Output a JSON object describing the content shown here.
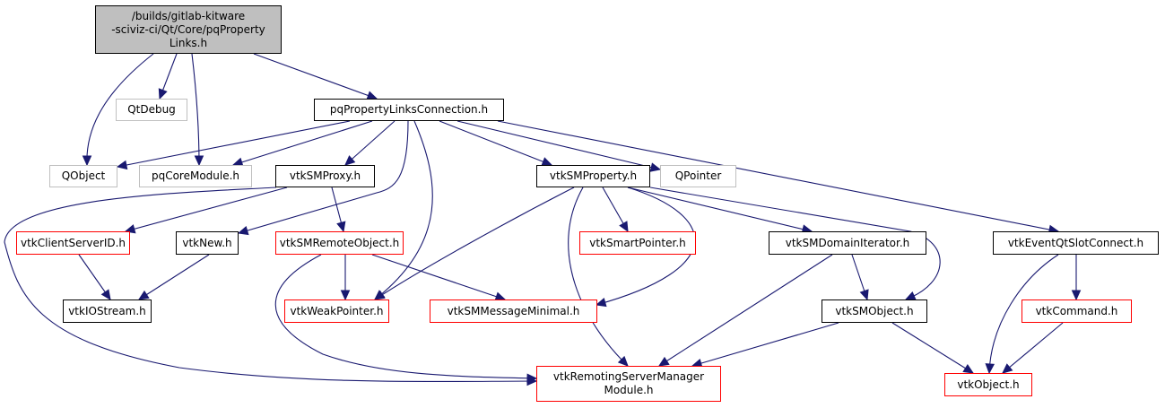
{
  "graph": {
    "title": "Include dependency graph",
    "colors": {
      "edge": "#191970",
      "root_fill": "#bfbfbf",
      "normal_border": "#000000",
      "external_border": "#bfbfbf",
      "truncated_border": "#ff0000"
    },
    "nodes": {
      "root": {
        "label": "/builds/gitlab-kitware\n-sciviz-ci/Qt/Core/pqProperty\nLinks.h",
        "kind": "root"
      },
      "qtdebug": {
        "label": "QtDebug",
        "kind": "external"
      },
      "conn": {
        "label": "pqPropertyLinksConnection.h",
        "kind": "normal"
      },
      "qobject": {
        "label": "QObject",
        "kind": "external"
      },
      "pqcore": {
        "label": "pqCoreModule.h",
        "kind": "external"
      },
      "proxy": {
        "label": "vtkSMProxy.h",
        "kind": "normal"
      },
      "property": {
        "label": "vtkSMProperty.h",
        "kind": "normal"
      },
      "qpointer": {
        "label": "QPointer",
        "kind": "external"
      },
      "clientserver": {
        "label": "vtkClientServerID.h",
        "kind": "truncated"
      },
      "vtknew": {
        "label": "vtkNew.h",
        "kind": "normal"
      },
      "remote": {
        "label": "vtkSMRemoteObject.h",
        "kind": "truncated"
      },
      "smartptr": {
        "label": "vtkSmartPointer.h",
        "kind": "truncated"
      },
      "domainiter": {
        "label": "vtkSMDomainIterator.h",
        "kind": "normal"
      },
      "eventqt": {
        "label": "vtkEventQtSlotConnect.h",
        "kind": "normal"
      },
      "iostream": {
        "label": "vtkIOStream.h",
        "kind": "normal"
      },
      "weakptr": {
        "label": "vtkWeakPointer.h",
        "kind": "truncated"
      },
      "msgmin": {
        "label": "vtkSMMessageMinimal.h",
        "kind": "truncated"
      },
      "smobject": {
        "label": "vtkSMObject.h",
        "kind": "normal"
      },
      "command": {
        "label": "vtkCommand.h",
        "kind": "truncated"
      },
      "rsm": {
        "label": "vtkRemotingServerManager\nModule.h",
        "kind": "truncated"
      },
      "vtkobject": {
        "label": "vtkObject.h",
        "kind": "truncated"
      }
    },
    "edges": [
      [
        "root",
        "qobject"
      ],
      [
        "root",
        "qtdebug"
      ],
      [
        "root",
        "pqcore"
      ],
      [
        "root",
        "conn"
      ],
      [
        "conn",
        "qobject"
      ],
      [
        "conn",
        "pqcore"
      ],
      [
        "conn",
        "proxy"
      ],
      [
        "conn",
        "vtknew"
      ],
      [
        "conn",
        "weakptr"
      ],
      [
        "conn",
        "property"
      ],
      [
        "conn",
        "qpointer"
      ],
      [
        "conn",
        "eventqt"
      ],
      [
        "proxy",
        "clientserver"
      ],
      [
        "proxy",
        "remote"
      ],
      [
        "proxy",
        "rsm"
      ],
      [
        "property",
        "weakptr"
      ],
      [
        "property",
        "rsm"
      ],
      [
        "property",
        "smartptr"
      ],
      [
        "property",
        "msgmin"
      ],
      [
        "property",
        "domainiter"
      ],
      [
        "property",
        "smobject"
      ],
      [
        "clientserver",
        "iostream"
      ],
      [
        "vtknew",
        "iostream"
      ],
      [
        "remote",
        "weakptr"
      ],
      [
        "remote",
        "msgmin"
      ],
      [
        "remote",
        "rsm"
      ],
      [
        "domainiter",
        "smobject"
      ],
      [
        "domainiter",
        "rsm"
      ],
      [
        "smobject",
        "rsm"
      ],
      [
        "smobject",
        "vtkobject"
      ],
      [
        "eventqt",
        "command"
      ],
      [
        "eventqt",
        "vtkobject"
      ],
      [
        "command",
        "vtkobject"
      ]
    ]
  }
}
